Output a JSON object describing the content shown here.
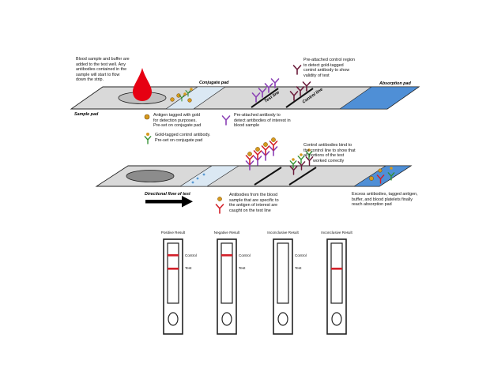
{
  "notes": {
    "sample_flow": [
      "Blood sample and buffer are",
      "added to the test well. Any",
      "antibodies contained in the",
      "sample will start to flow",
      "down the strip."
    ],
    "control_region": [
      "Pre-attached control region",
      "to detect gold-tagged",
      "control antibody to show",
      "validity of test"
    ],
    "antigen_gold": [
      "Antigen tagged with gold",
      "for detection purposes.",
      "Pre-set on conjugate pad"
    ],
    "pre_attached": [
      "Pre-attached antibody to",
      "detect antibodies of interest in",
      "blood sample"
    ],
    "gold_control": [
      "Gold-tagged control antibody.",
      "Pre-set on conjugate pad"
    ],
    "control_bind": [
      "Control antibodies bind to",
      "the control line to show that",
      "all portions of the test",
      "worked correctly"
    ],
    "specific_antibodies": [
      "Antibodies from the blood",
      "sample that are specific to",
      "the antigen of interest are",
      "caught on the test line"
    ],
    "excess": [
      "Excess antibodies, tagged antigen,",
      "buffer, and blood platelets finally",
      "reach absorption pad"
    ]
  },
  "labels": {
    "sample_pad": "Sample pad",
    "conjugate_pad": "Conjugate pad",
    "test_line": "Test line",
    "control_line": "Control line",
    "absorption_pad": "Absorption pad",
    "flow": "Directional flow of test"
  },
  "results": [
    {
      "title": "Positive Result",
      "control": "Control",
      "test": "Test",
      "control_line": true,
      "test_line": true
    },
    {
      "title": "Negative Result",
      "control": "Control",
      "test": "Test",
      "control_line": true,
      "test_line": false
    },
    {
      "title": "Inconclusive Result",
      "control": "Control",
      "test": "Test",
      "control_line": false,
      "test_line": false
    },
    {
      "title": "Inconclusive Result",
      "control": "",
      "test": "",
      "control_line": false,
      "test_line": true
    }
  ],
  "colors": {
    "strip": "#d9d9d9",
    "absorption": "#4f8fd6",
    "conjugate": "#dbe8f3",
    "red_line": "#d3202a",
    "purple_antibody": "#8a3fb5",
    "maroon_antibody": "#6b1b3a",
    "gold": "#d69a1e",
    "green_control": "#2f8f2f"
  }
}
